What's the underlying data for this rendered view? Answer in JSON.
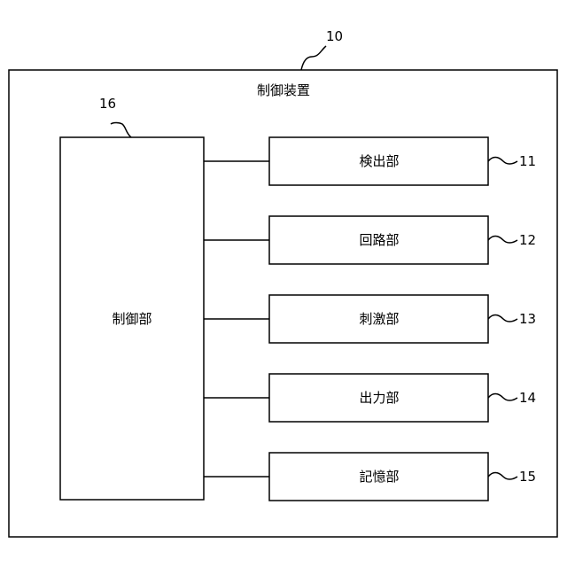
{
  "device": {
    "ref": "10",
    "title": "制御装置"
  },
  "controller": {
    "ref": "16",
    "label": "制御部"
  },
  "units": [
    {
      "ref": "11",
      "label": "検出部"
    },
    {
      "ref": "12",
      "label": "回路部"
    },
    {
      "ref": "13",
      "label": "刺激部"
    },
    {
      "ref": "14",
      "label": "出力部"
    },
    {
      "ref": "15",
      "label": "記憶部"
    }
  ]
}
